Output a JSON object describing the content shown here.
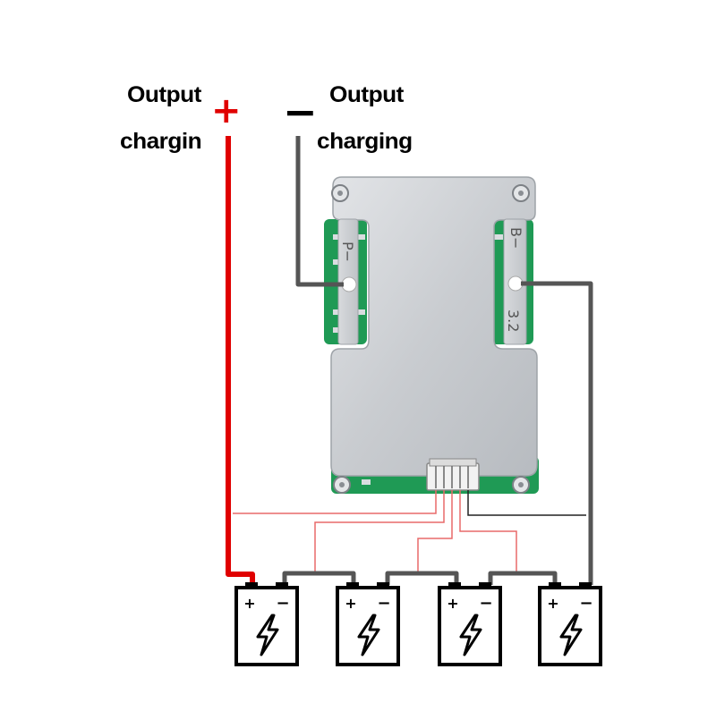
{
  "labels": {
    "left_output": "Output",
    "left_charging": "chargin",
    "right_output": "Output",
    "right_charging": "charging",
    "plus_sign": "+",
    "minus_sign": "−"
  },
  "board": {
    "p_minus": "P−",
    "b_minus": "B−",
    "b_number": "3.2"
  },
  "battery": {
    "count": 4,
    "plus": "+",
    "minus": "−"
  },
  "colors": {
    "positive_wire": "#e00000",
    "negative_wire": "#555555",
    "balance_wire": "#e86a6a",
    "sense_wire": "#222222",
    "pcb_green": "#1f9a55",
    "plate": "#cfd2d6"
  }
}
